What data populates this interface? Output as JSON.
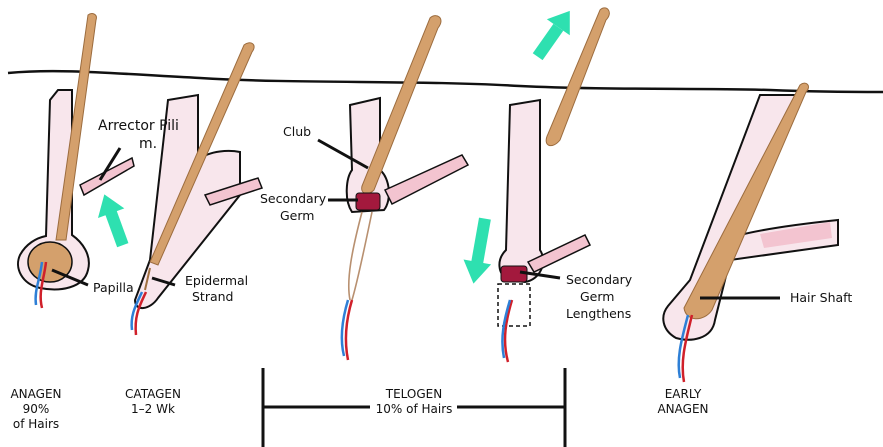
{
  "labels": {
    "arrector_line1": "Arrector Pili",
    "arrector_line2": "m.",
    "papilla": "Papilla",
    "epidermal_line1": "Epidermal",
    "epidermal_line2": "Strand",
    "club": "Club",
    "secondary_germ_line1": "Secondary",
    "secondary_germ_line2": "Germ",
    "sg_lengthens_line1": "Secondary",
    "sg_lengthens_line2": "Germ",
    "sg_lengthens_line3": "Lengthens",
    "hair_shaft": "Hair Shaft"
  },
  "stages": {
    "anagen": [
      "ANAGEN",
      "90%",
      "of Hairs"
    ],
    "catagen": [
      "CATAGEN",
      "1–2  Wk"
    ],
    "telogen": [
      "TELOGEN",
      "10% of Hairs"
    ],
    "early_anagen": [
      "EARLY",
      "ANAGEN"
    ]
  },
  "colors": {
    "skin_fill": "#f8e6ec",
    "hair": "#d4a06c",
    "hair_outline": "#9c6c3e",
    "germ": "#a3193d",
    "arrow": "#2ee0b0",
    "artery": "#d0202a",
    "vein": "#2e7fd6",
    "muscle": "#f3c4d0"
  }
}
